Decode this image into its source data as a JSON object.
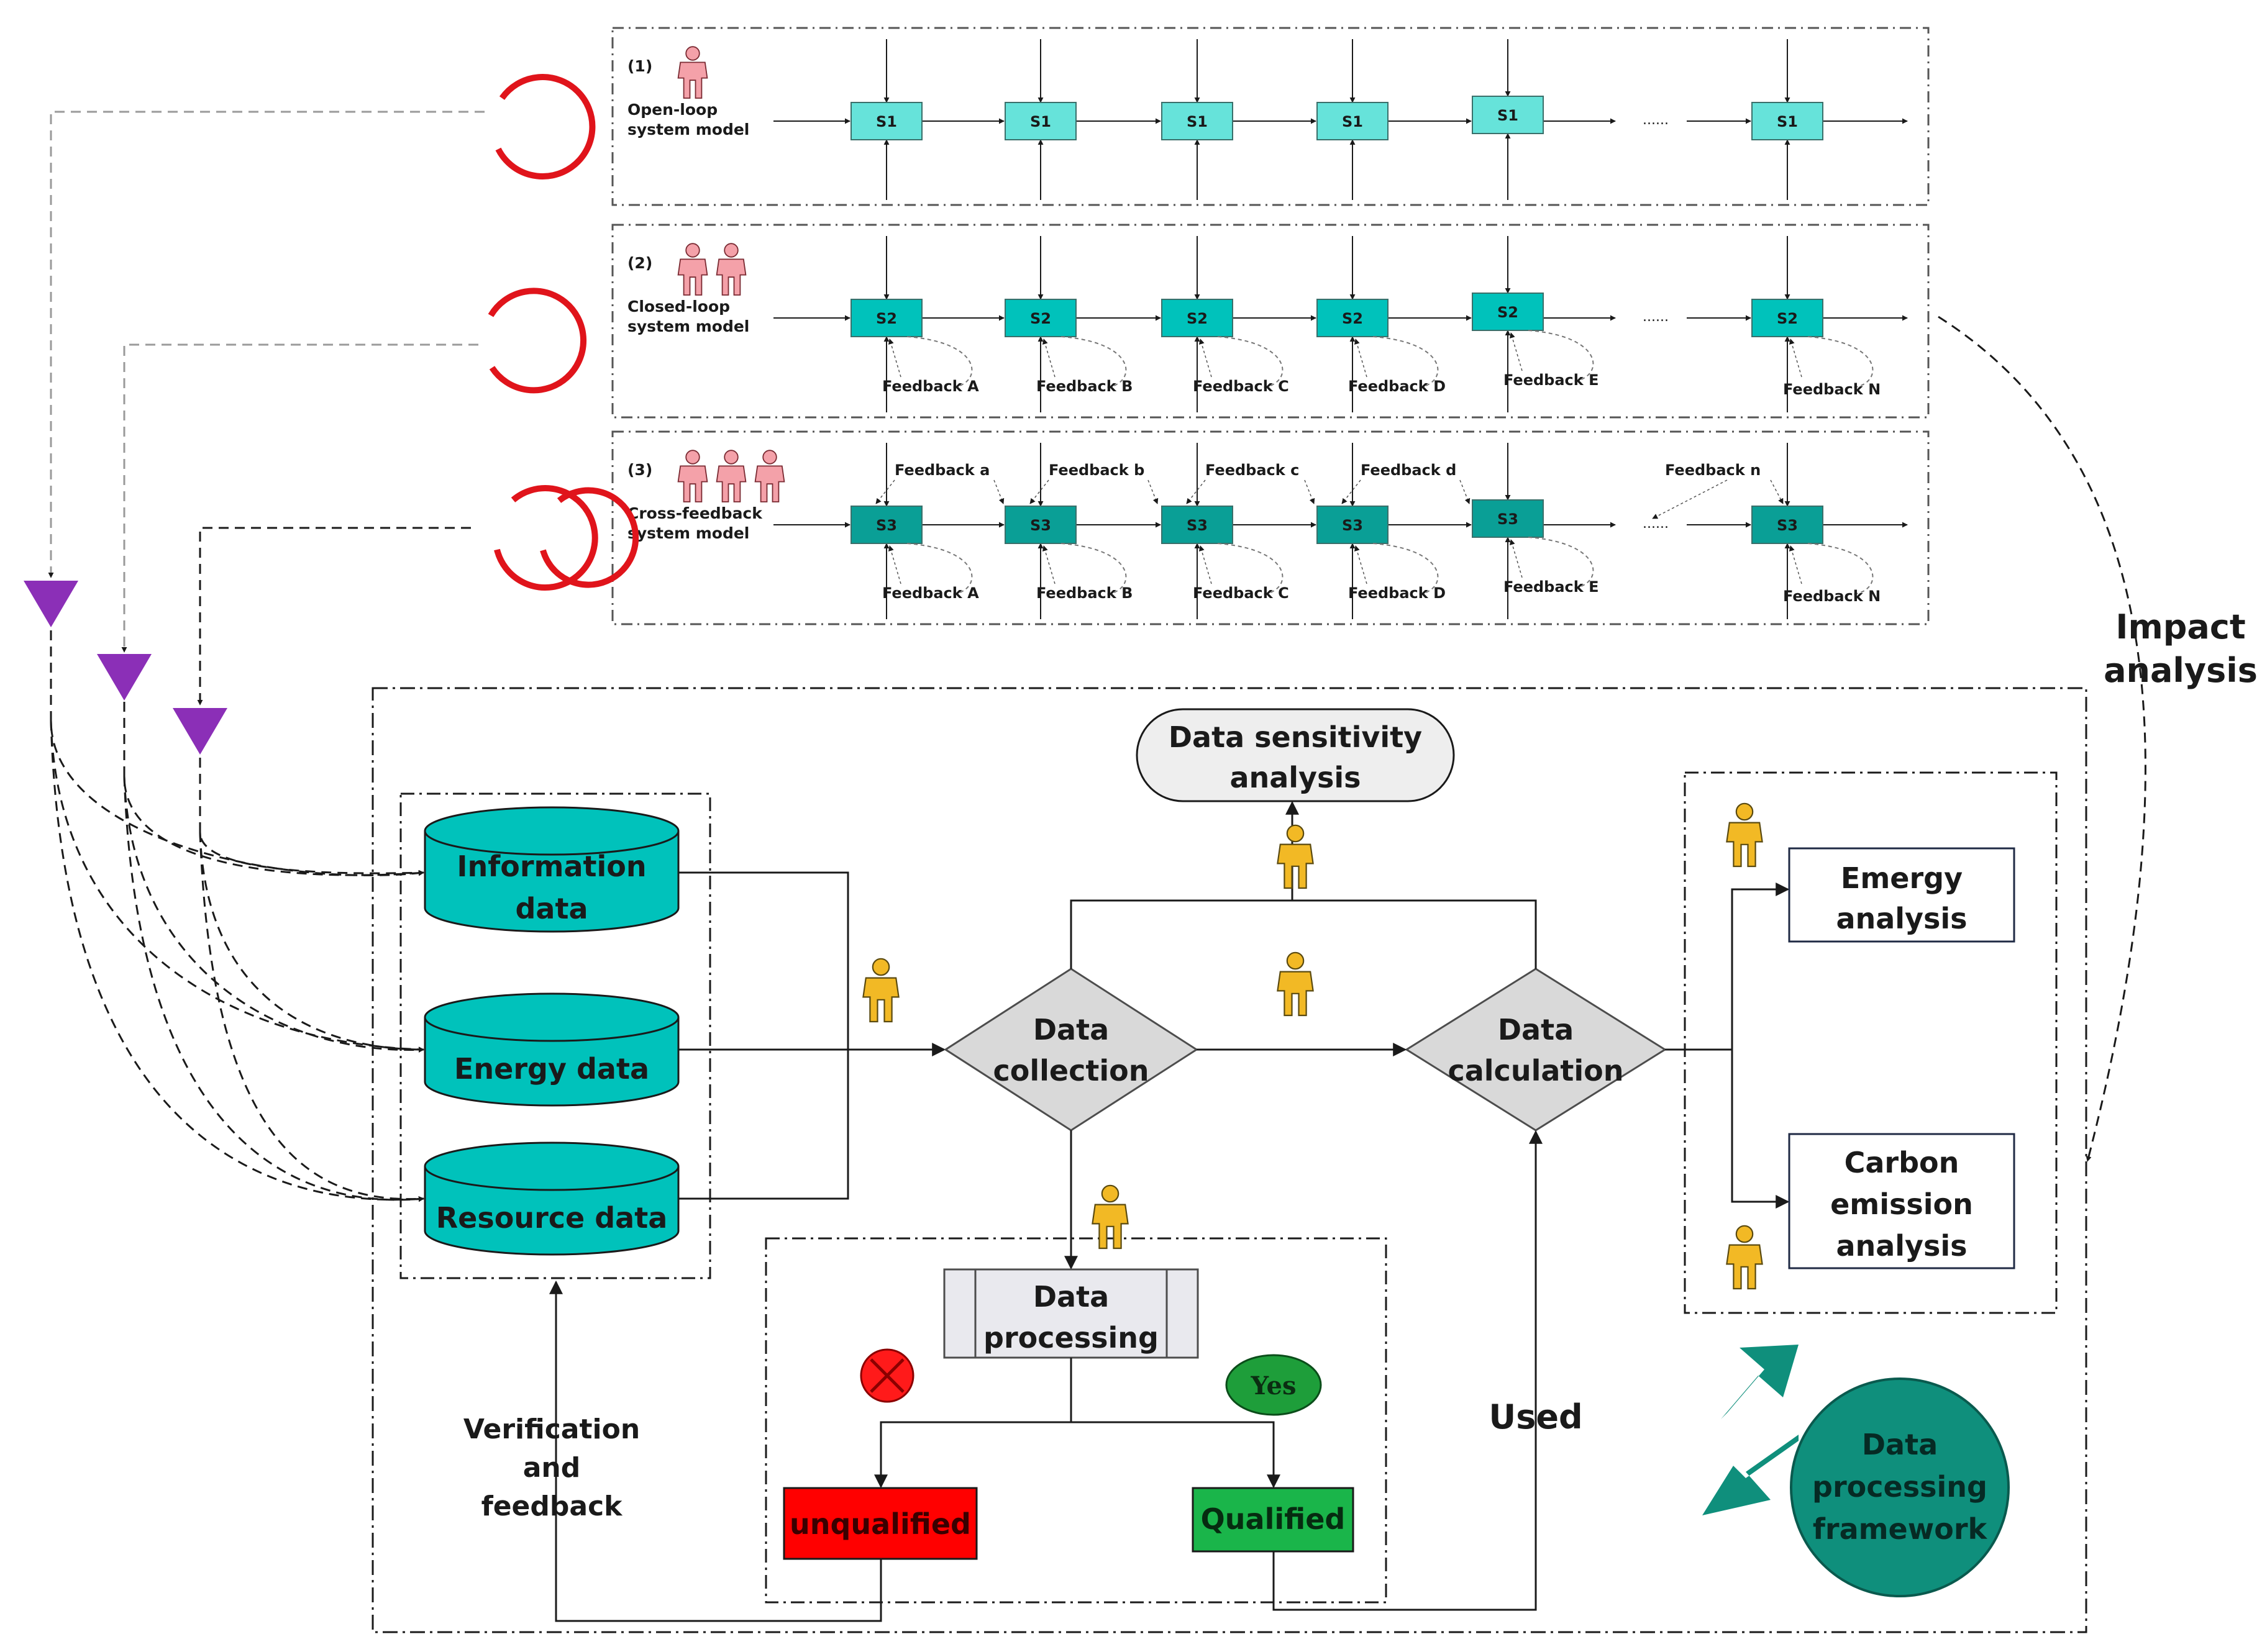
{
  "colors": {
    "teal": "#00c2bb",
    "teal_light": "#66e3da",
    "teal_dark": "#0a9f96",
    "red_loop": "#e0141b",
    "purple": "#8b2fb7",
    "person_pink": "#f4a1a9",
    "person_yellow": "#f2b925",
    "diamond_gray": "#d9d9d9",
    "unqualified_red": "#ff0000",
    "qualified_green": "#1ab54a",
    "yes_green": "#1e9e3a",
    "teal_framework": "#0f8f7c"
  },
  "icons": [
    "person-icon",
    "x-mark-icon",
    "arrow-icon",
    "loop-icon",
    "triangle-icon"
  ],
  "models": [
    {
      "number": "(1)",
      "title_line1": "Open-loop",
      "title_line2": "system model",
      "node_label": "S1",
      "ellipsis": "......",
      "feedbacks_below": [],
      "feedbacks_above": []
    },
    {
      "number": "(2)",
      "title_line1": "Closed-loop",
      "title_line2": "system model",
      "node_label": "S2",
      "ellipsis": "......",
      "feedbacks_below": [
        "Feedback A",
        "Feedback B",
        "Feedback C",
        "Feedback D",
        "Feedback E",
        "Feedback N"
      ],
      "feedbacks_above": []
    },
    {
      "number": "(3)",
      "title_line1": "Cross-feedback",
      "title_line2": "system model",
      "node_label": "S3",
      "ellipsis": "......",
      "feedbacks_below": [
        "Feedback A",
        "Feedback B",
        "Feedback C",
        "Feedback D",
        "Feedback E",
        "Feedback N"
      ],
      "feedbacks_above": [
        "Feedback a",
        "Feedback b",
        "Feedback c",
        "Feedback d",
        "Feedback n"
      ]
    }
  ],
  "impact": {
    "line1": "Impact",
    "line2": "analysis"
  },
  "data_sources": [
    {
      "line1": "Information",
      "line2": "data"
    },
    {
      "line1": "Energy data",
      "line2": ""
    },
    {
      "line1": "Resource data",
      "line2": ""
    }
  ],
  "sensitivity": {
    "line1": "Data sensitivity",
    "line2": "analysis"
  },
  "collection": {
    "line1": "Data",
    "line2": "collection"
  },
  "calculation": {
    "line1": "Data",
    "line2": "calculation"
  },
  "processing": {
    "line1": "Data",
    "line2": "processing"
  },
  "outputs": {
    "emergy": {
      "line1": "Emergy",
      "line2": "analysis"
    },
    "carbon": {
      "line1": "Carbon",
      "line2": "emission",
      "line3": "analysis"
    }
  },
  "decision": {
    "yes": "Yes",
    "unqualified": "unqualified",
    "qualified": "Qualified"
  },
  "verification": {
    "line1": "Verification",
    "line2": "and",
    "line3": "feedback"
  },
  "used": "Used",
  "framework": {
    "line1": "Data",
    "line2": "processing",
    "line3": "framework"
  }
}
